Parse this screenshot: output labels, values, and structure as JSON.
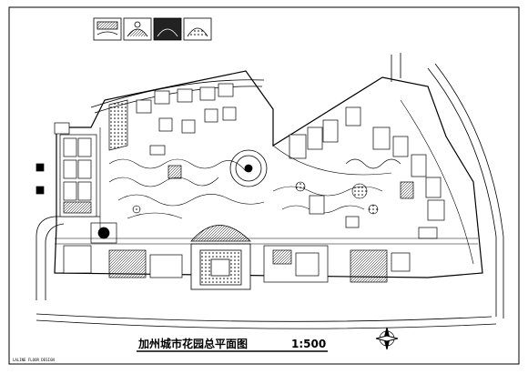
{
  "drawing": {
    "title": "加州城市花园总平面图",
    "scale": "1:500",
    "footer_note": "LALINE FLOOR DESIGN",
    "colors": {
      "ink": "#000000",
      "paper": "#ffffff"
    }
  },
  "legend_thumbnails": [
    {
      "name": "legend-thumb-1"
    },
    {
      "name": "legend-thumb-2"
    },
    {
      "name": "legend-thumb-3"
    },
    {
      "name": "legend-thumb-4"
    }
  ]
}
